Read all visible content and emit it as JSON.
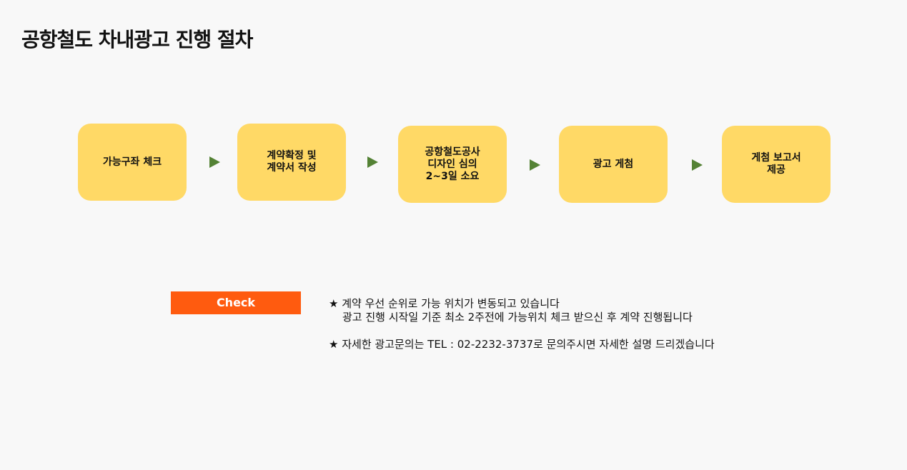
{
  "page": {
    "title": "공항철도 차내광고 진행 절차"
  },
  "steps": [
    {
      "label": "가능구좌 체크"
    },
    {
      "label": "계약확정 및\n계약서 작성"
    },
    {
      "label": "공항철도공사\n디자인 심의\n2~3일 소요"
    },
    {
      "label": "광고 게첨"
    },
    {
      "label": "게첨 보고서\n제공"
    }
  ],
  "colors": {
    "step_fill": "#ffd966",
    "arrow": "#548235",
    "check_button": "#ff5b0f",
    "background": "#f8f8f8"
  },
  "check": {
    "label": "Check"
  },
  "notes": {
    "line1": "★ 계약 우선 순위로 가능 위치가 변동되고 있습니다",
    "line2": "광고 진행 시작일 기준 최소 2주전에 가능위치 체크 받으신 후 계약 진행됩니다",
    "line3": "★ 자세한 광고문의는 TEL : 02-2232-3737로 문의주시면 자세한 설명 드리겠습니다"
  }
}
